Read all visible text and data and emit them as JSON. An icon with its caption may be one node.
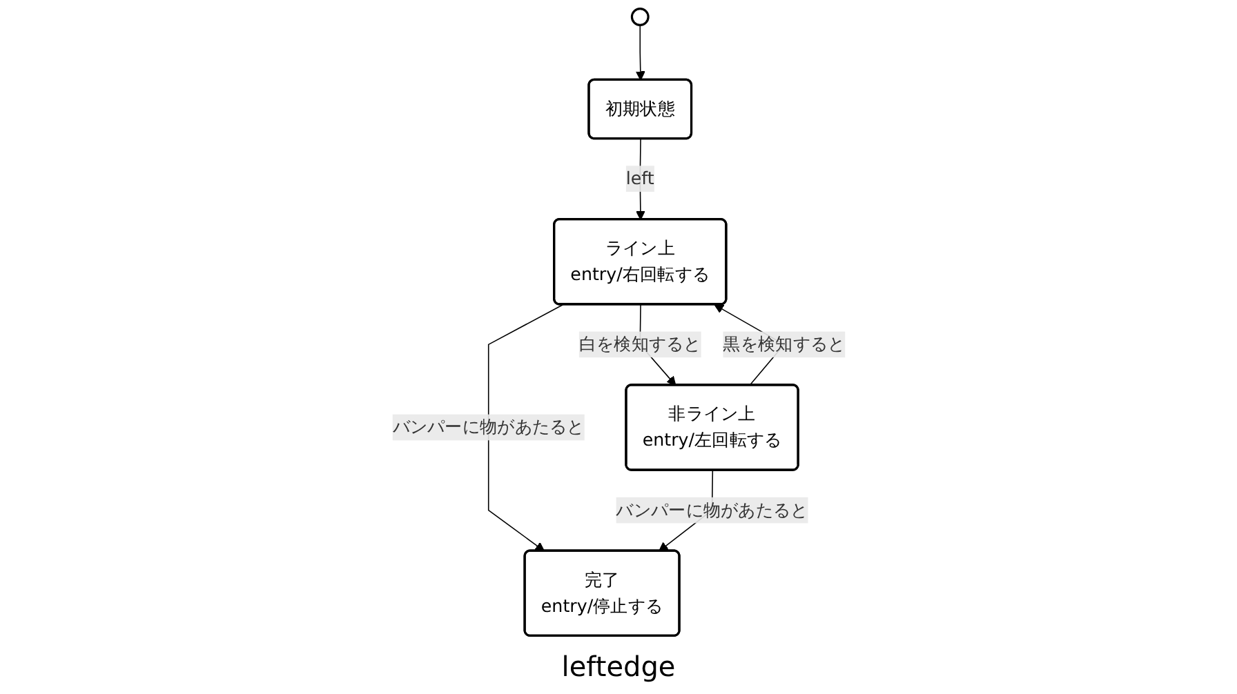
{
  "diagram": {
    "caption": "leftedge",
    "nodes": [
      {
        "text": [],
        "shape": "circle"
      },
      {
        "text": [
          "初期状態"
        ]
      },
      {
        "text": [
          "ライン上",
          "entry/右回転する"
        ]
      },
      {
        "text": [
          "非ライン上",
          "entry/左回転する"
        ]
      },
      {
        "text": [
          "完了",
          "entry/停止する"
        ]
      }
    ],
    "edges": [
      {
        "from": 0,
        "to": 1,
        "arrow": "to"
      },
      {
        "from": 1,
        "to": 2,
        "arrow": "to",
        "label": "left"
      },
      {
        "from": 2,
        "to": 3,
        "arrow": "to",
        "label": "白を検知すると"
      },
      {
        "from": 3,
        "to": 2,
        "arrow": "to",
        "label": "黒を検知すると"
      },
      {
        "from": 2,
        "to": 4,
        "arrow": "to",
        "label": "バンパーに物があたると"
      },
      {
        "from": 3,
        "to": 4,
        "arrow": "to",
        "label": "バンパーに物があたると"
      }
    ]
  }
}
